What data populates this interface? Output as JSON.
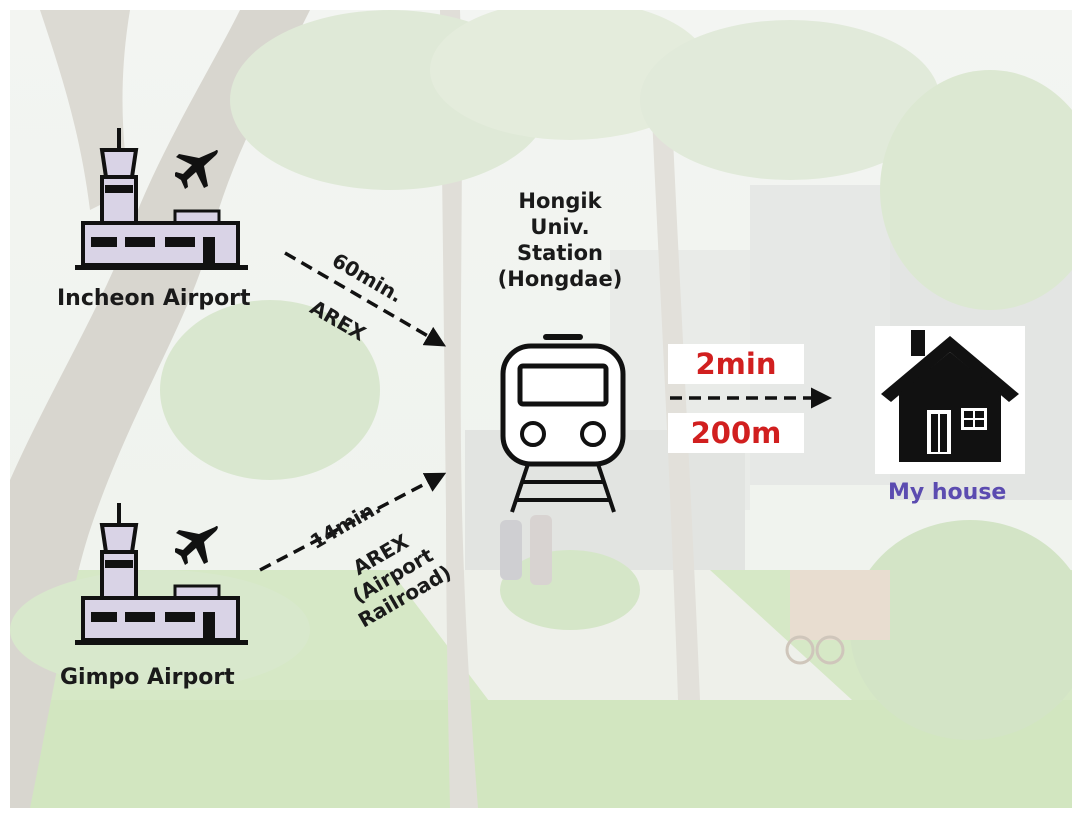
{
  "airports": {
    "incheon": {
      "label": "Incheon Airport"
    },
    "gimpo": {
      "label": "Gimpo Airport"
    }
  },
  "routes": {
    "incheon": {
      "time": "60min.",
      "line": "AREX"
    },
    "gimpo": {
      "time": "14min.",
      "line_lines": [
        "AREX",
        "(Airport",
        "Railroad)"
      ]
    }
  },
  "station": {
    "label_lines": [
      "Hongik",
      "Univ.",
      "Station",
      "(Hongdae)"
    ]
  },
  "walk": {
    "time": "2min",
    "distance": "200m"
  },
  "destination": {
    "label": "My house",
    "label_color": "#5b4bb0"
  },
  "icons": {
    "airport": "airport-tower-icon",
    "plane": "airplane-icon",
    "train": "train-icon",
    "house": "house-icon"
  },
  "colors": {
    "accent_red": "#d11f1f",
    "building_fill": "#d9d3e6"
  }
}
